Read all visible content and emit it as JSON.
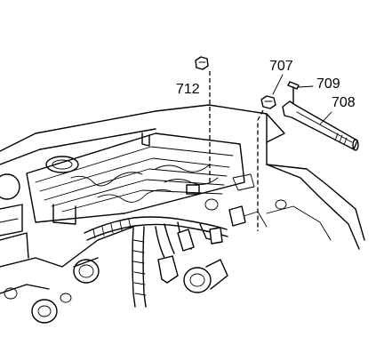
{
  "diagram": {
    "callouts": [
      {
        "id": "712",
        "label": "712",
        "part": "bolt"
      },
      {
        "id": "707",
        "label": "707",
        "part": "nut"
      },
      {
        "id": "709",
        "label": "709",
        "part": "pin"
      },
      {
        "id": "708",
        "label": "708",
        "part": "shaft"
      }
    ]
  }
}
